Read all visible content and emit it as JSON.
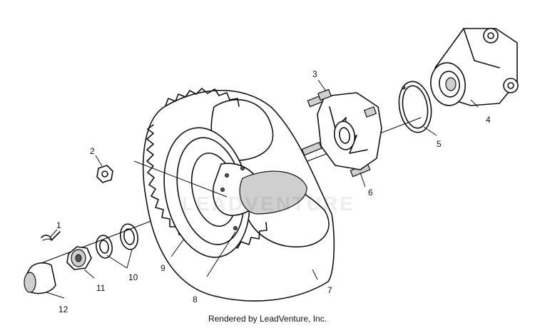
{
  "callouts": [
    {
      "id": "1",
      "label": "1"
    },
    {
      "id": "2",
      "label": "2"
    },
    {
      "id": "3",
      "label": "3"
    },
    {
      "id": "4",
      "label": "4"
    },
    {
      "id": "5",
      "label": "5"
    },
    {
      "id": "6",
      "label": "6"
    },
    {
      "id": "7",
      "label": "7"
    },
    {
      "id": "8",
      "label": "8"
    },
    {
      "id": "9",
      "label": "9"
    },
    {
      "id": "10",
      "label": "10"
    },
    {
      "id": "11",
      "label": "11"
    },
    {
      "id": "12",
      "label": "12"
    }
  ],
  "watermark": "LEADVENTURE",
  "footer": "Rendered by LeadVenture, Inc."
}
